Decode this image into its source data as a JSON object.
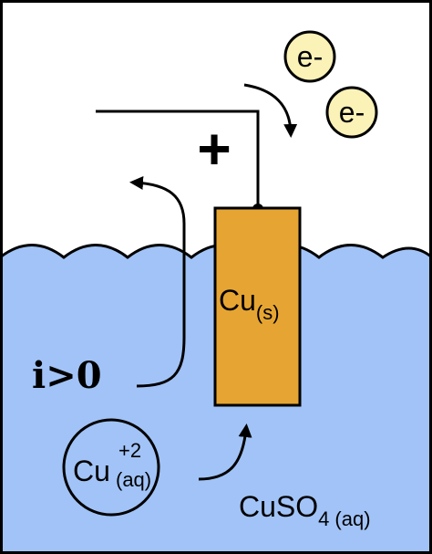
{
  "electrode": {
    "label": "Cu",
    "state": "(s)",
    "fill_color": "#e6a532"
  },
  "terminal": {
    "sign": "+"
  },
  "electrons": [
    {
      "label": "e-"
    },
    {
      "label": "e-"
    }
  ],
  "current": {
    "label": "i>0"
  },
  "ion": {
    "label": "Cu",
    "charge": "+2",
    "state": "(aq)"
  },
  "solution": {
    "formula": "CuSO",
    "subscript": "4",
    "state": "(aq)",
    "color": "#a1c3f7"
  },
  "colors": {
    "electron_fill": "#fbf2b8",
    "outline": "#000000",
    "background": "#ffffff"
  }
}
